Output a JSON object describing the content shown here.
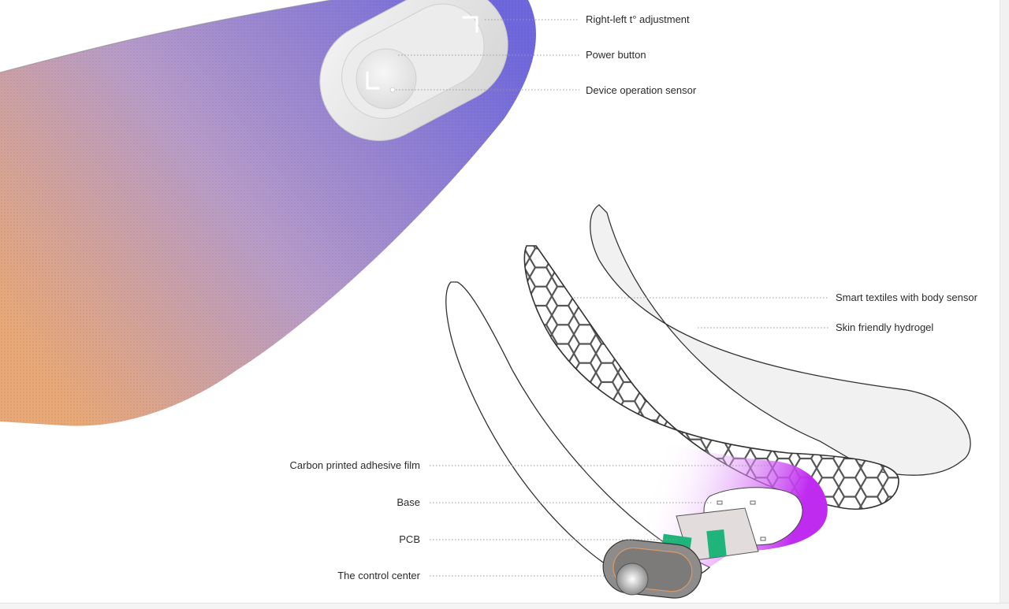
{
  "labels": {
    "right_left_adjustment": "Right-left t° adjustment",
    "power_button": "Power button",
    "device_operation_sensor": "Device operation sensor",
    "smart_textiles": "Smart textiles with body sensor",
    "skin_hydrogel": "Skin friendly hydrogel",
    "carbon_film": "Carbon printed adhesive film",
    "base": "Base",
    "pcb": "PCB",
    "control_center": "The control center"
  },
  "colors": {
    "patch_warm": "#e8a877",
    "patch_cool": "#6f68dc",
    "base_magenta": "#c02bf0",
    "pcb_green": "#1fb57a",
    "leader_line": "#9a9a9a"
  }
}
